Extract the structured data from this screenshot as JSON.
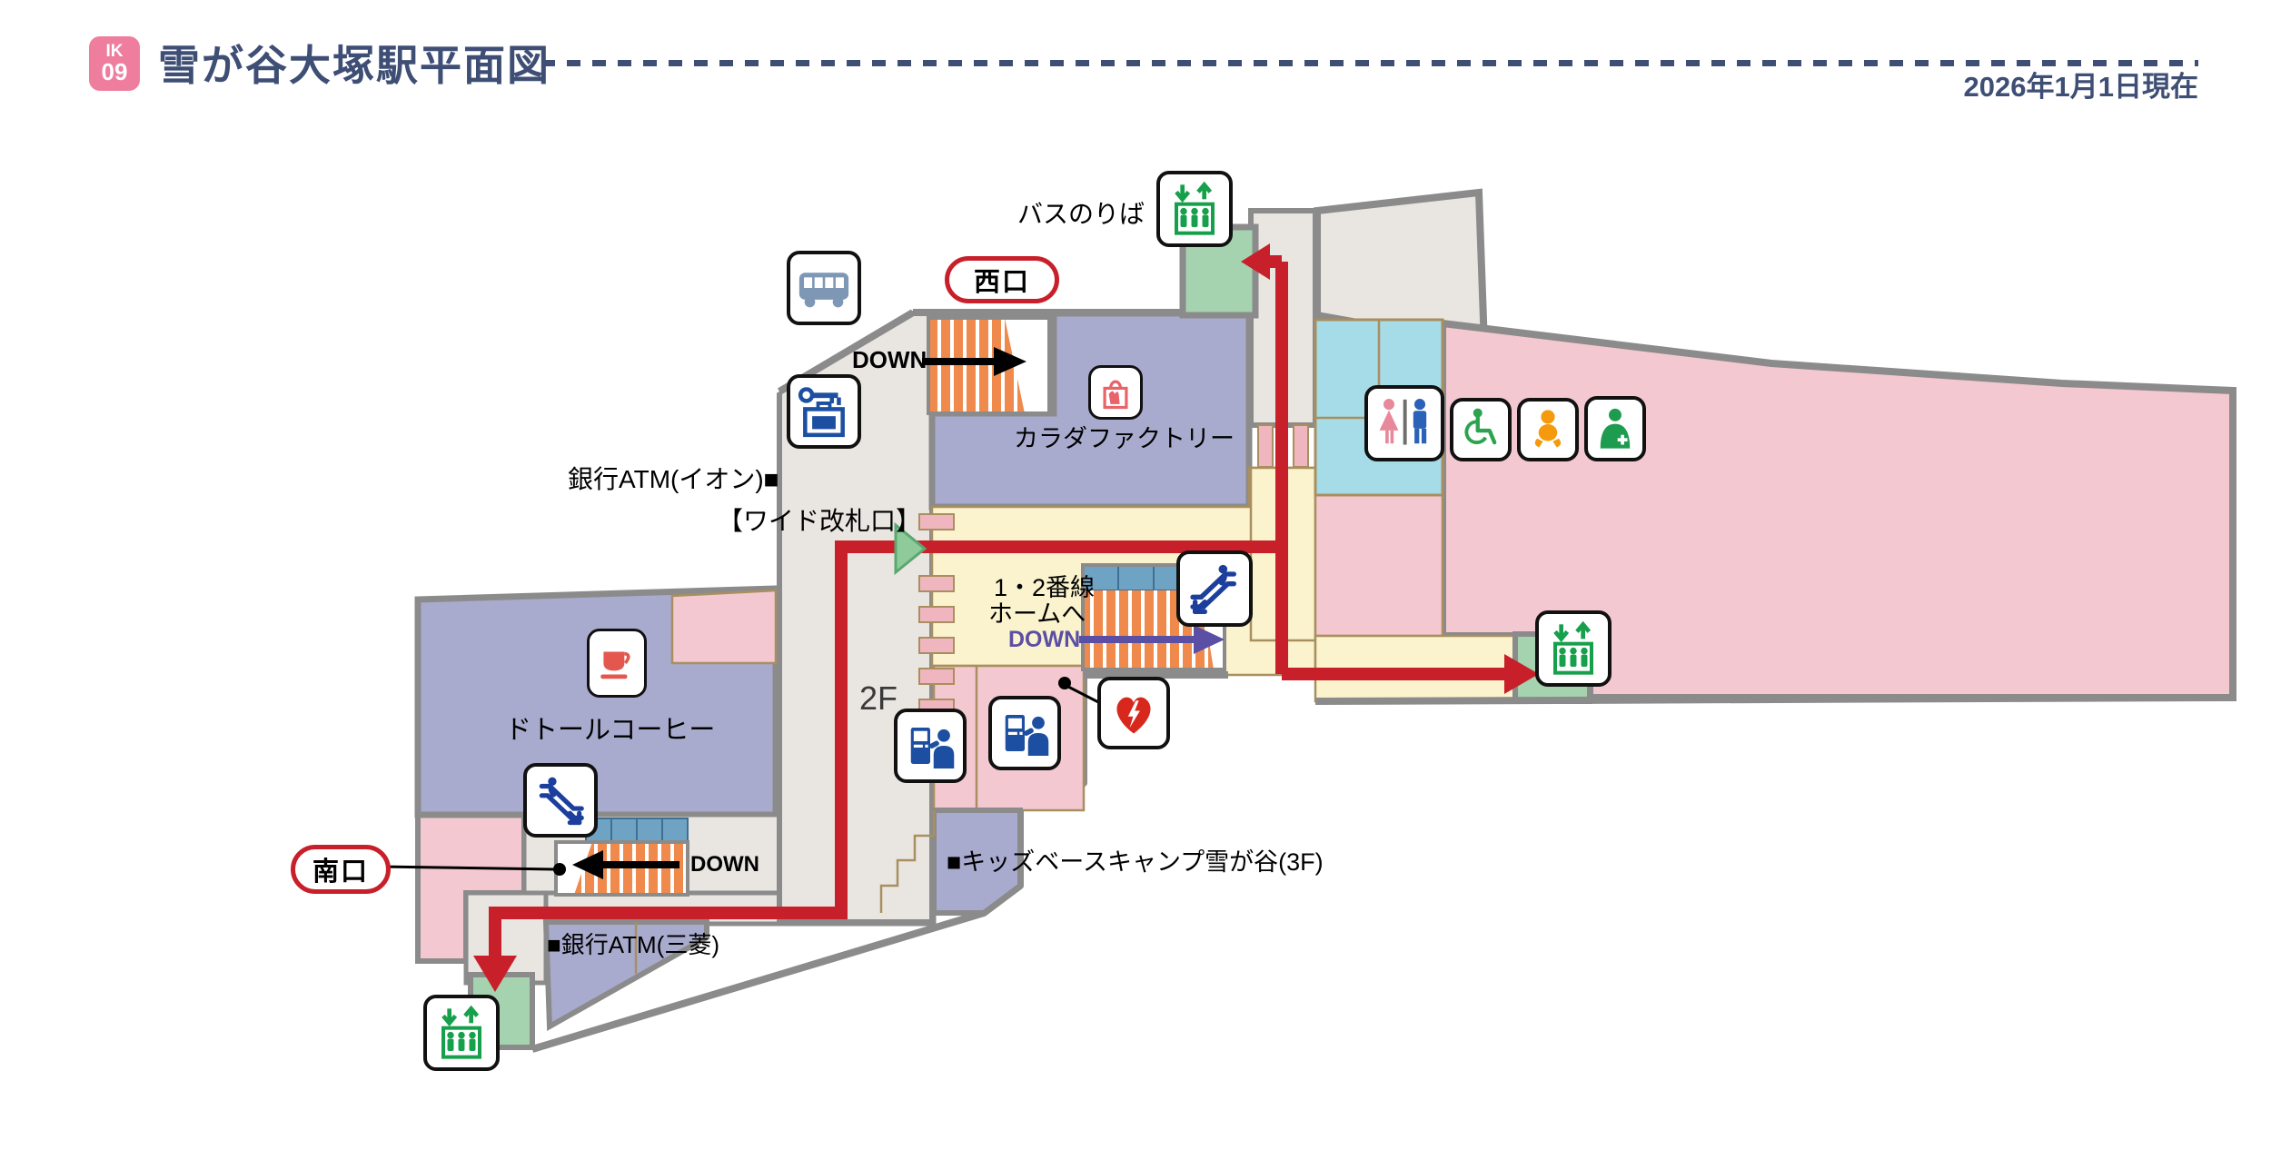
{
  "header": {
    "station_code_line1": "IK",
    "station_code_line2": "09",
    "title": "雪が谷大塚駅平面図",
    "date_note": "2026年1月1日現在"
  },
  "labels": {
    "bus_stop": "バスのりば",
    "west_exit": "西口",
    "south_exit": "南口",
    "down_west": "DOWN",
    "down_south": "DOWN",
    "down_platform": "DOWN",
    "karada_factory": "カラダファクトリー",
    "atm_aeon": "銀行ATM(イオン)■",
    "wide_gate": "【ワイド改札口】",
    "platform_line1": "1・2番線",
    "platform_line2": "ホームへ",
    "floor": "2F",
    "doutor": "ドトールコーヒー",
    "kids_base_camp": "■キッズベースキャンプ雪が谷(3F)",
    "atm_mitsubishi": "■銀行ATM(三菱)"
  },
  "icons": {
    "bus-icon": "bus stop pictogram",
    "coin-locker-icon": "coin lockers (key and suitcase)",
    "massage-shop-icon": "shop (shopping bag with hand)",
    "elevator-icon": "elevator (up/down arrows with cabin)",
    "escalator-up-left-icon": "escalator up toward west exit",
    "escalator-up-right-icon": "escalator up toward south exit",
    "restroom-icon": "toilets (woman and man)",
    "wheelchair-icon": "wheelchair accessible toilet",
    "baby-care-icon": "baby changing bed",
    "ostomate-icon": "ostomate / care facility",
    "ticket-machine-icon": "ticket vending machine",
    "aed-icon": "AED (heart with lightning bolt)",
    "cafe-icon": "coffee shop",
    "wide-gate-marker": "wide ticket gate (green triangle)"
  },
  "colors": {
    "accent_red": "#c8202a",
    "navy": "#3e4e74",
    "badge_pink": "#ee7d9e",
    "wall_gray": "#8b8b8b",
    "concourse_gray": "#e9e6e2",
    "shop_purple": "#a9abce",
    "area_pink": "#f3c8d0",
    "paid_cream": "#faf3cd",
    "toilet_teal": "#a6dbe8",
    "elevator_green": "#a5d3af",
    "stair_orange": "#ef8a4c",
    "stair_blue": "#6fa3c3",
    "down_purple": "#5b4fa5"
  }
}
